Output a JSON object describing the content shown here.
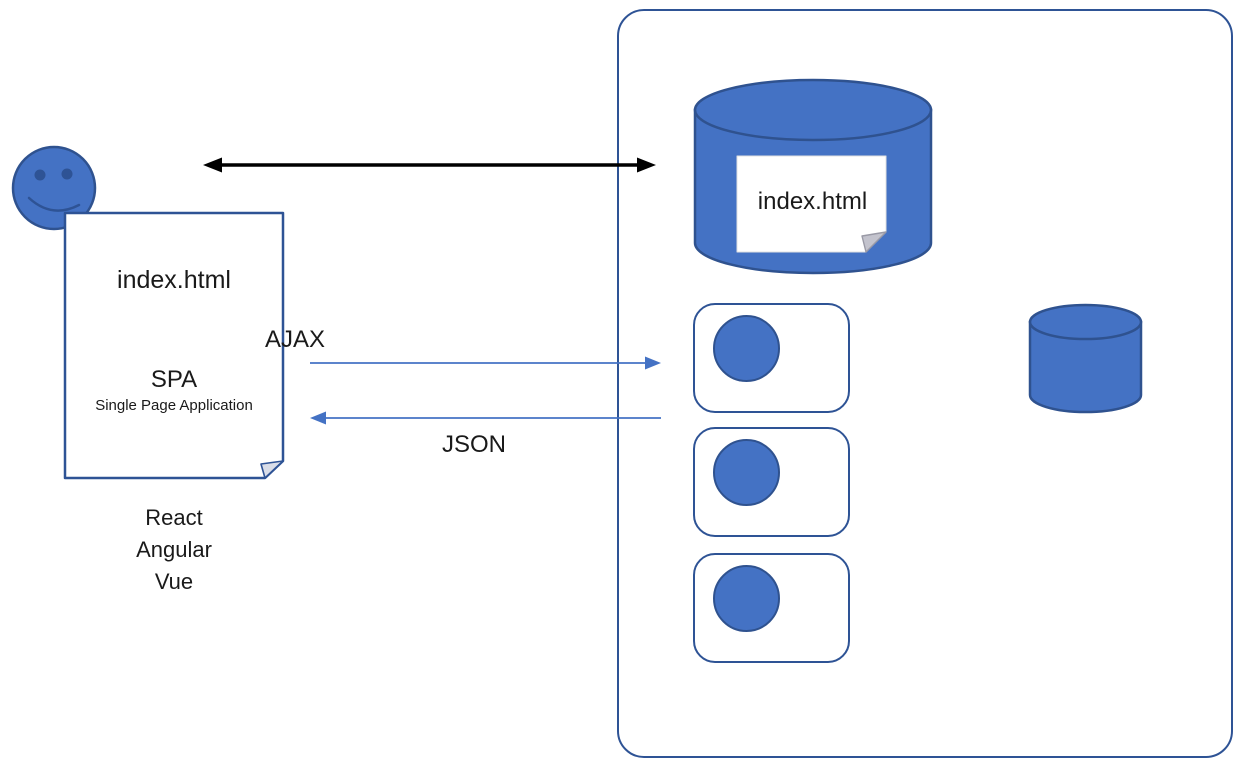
{
  "client": {
    "page_label": "index.html",
    "spa_label": "SPA",
    "spa_sublabel": "Single Page Application",
    "frameworks": [
      "React",
      "Angular",
      "Vue"
    ]
  },
  "arrows": {
    "request_label": "AJAX",
    "response_label": "JSON"
  },
  "server": {
    "db_page_label": "index.html",
    "endpoint_cards": 3
  },
  "icons": {
    "user": "smiley-face-icon",
    "server_storage": "database-cylinder-icon",
    "small_storage": "small-database-cylinder-icon",
    "client_document": "folded-page-icon",
    "server_document": "folded-page-icon"
  },
  "colors": {
    "shape_fill": "#4472C4",
    "shape_stroke": "#2F528F",
    "box_stroke": "#2E5395",
    "arrow_black": "#000000",
    "arrow_blue": "#4472C4",
    "text": "#1a1a1a",
    "background": "#ffffff"
  }
}
